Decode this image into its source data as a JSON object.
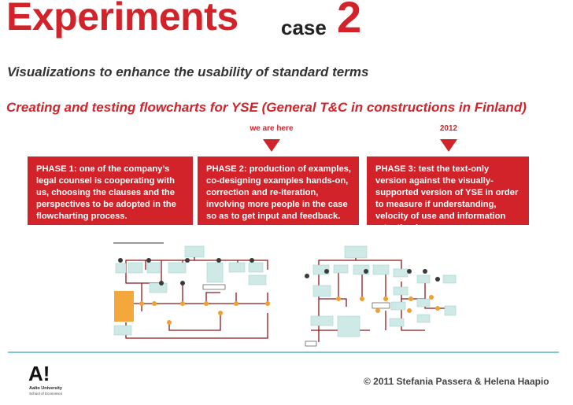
{
  "header": {
    "title": "Experiments",
    "case_label": "case",
    "case_number": "2",
    "subtitle": "Visualizations to enhance the usability of standard terms"
  },
  "section_title": "Creating and testing flowcharts for YSE (General T&C in constructions in Finland)",
  "markers": [
    {
      "label": "we are here"
    },
    {
      "label": "2012"
    }
  ],
  "phases": [
    {
      "text": "PHASE 1: one of the company’s legal counsel is cooperating with us, choosing the clauses and the perspectives to be adopted in the flowcharting process."
    },
    {
      "text": "PHASE 2: production of examples, co-designing examples hands-on, correction and re-iteration, involving more people in the case so as to get input and feedback."
    },
    {
      "text": "PHASE 3: test the text-only version against the visually-supported version of YSE in order to measure if understanding, velocity of use and information retention improve."
    }
  ],
  "logo": {
    "mark": "A!",
    "line1": "Aalto University",
    "line2": "School of Economics"
  },
  "footer": {
    "copyright": "© 2011 Stefania Passera & Helena Haapio"
  },
  "colors": {
    "accent": "#d3232a",
    "line": "#8b1a1f",
    "box_teal": "#cfe9e6",
    "box_orange": "#f4a73a",
    "node_orange": "#f0a030",
    "node_dark": "#3a3a3a",
    "divider": "#7cc4cf"
  }
}
